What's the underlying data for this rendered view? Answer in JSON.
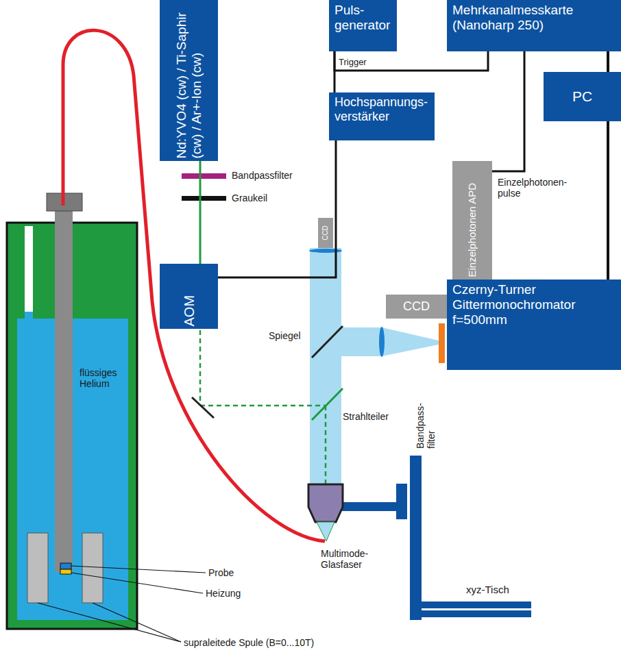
{
  "diagram": {
    "nodes": [
      {
        "text": [
          "Nd:YVO4 (cw) / Ti-Saphir (cw) / Ar+-Ion (cw)"
        ]
      },
      {
        "text": [
          "Puls- generator"
        ]
      },
      {
        "text": [
          "Mehrkanalmesskarte (Nanoharp 250)"
        ]
      },
      {
        "text": [
          "PC"
        ]
      },
      {
        "text": [
          "Hochspannungs- verstärker"
        ]
      },
      {
        "text": [
          "Einzelphotonen APD"
        ]
      },
      {
        "text": [
          "Czerny-Turner Gittermonochromator f=500mm"
        ]
      },
      {
        "text": [
          "CCD"
        ]
      },
      {
        "text": [
          "CCD"
        ]
      },
      {
        "text": [
          "AOM"
        ]
      }
    ],
    "edges": [
      {
        "from": 0,
        "to": 9,
        "arrow": "none"
      },
      {
        "from": 1,
        "to": 2,
        "arrow": "none"
      },
      {
        "from": 1,
        "to": 4,
        "arrow": "none"
      },
      {
        "from": 4,
        "to": 9,
        "arrow": "none"
      },
      {
        "from": 5,
        "to": 2,
        "arrow": "none"
      },
      {
        "from": 2,
        "to": 3,
        "arrow": "none"
      },
      {
        "from": 3,
        "to": 6,
        "arrow": "none"
      }
    ],
    "labels": [
      "Trigger",
      "Bandpassfilter",
      "Graukeil",
      "Einzelphotonen- pulse",
      "Spiegel",
      "Strahlteiler",
      "Bandpass- filter",
      "xyz-Tisch",
      "Multimode- Glasfaser",
      "flüssiges Helium",
      "Probe",
      "Heizung",
      "supraleitede Spule (B=0...10T)"
    ]
  }
}
